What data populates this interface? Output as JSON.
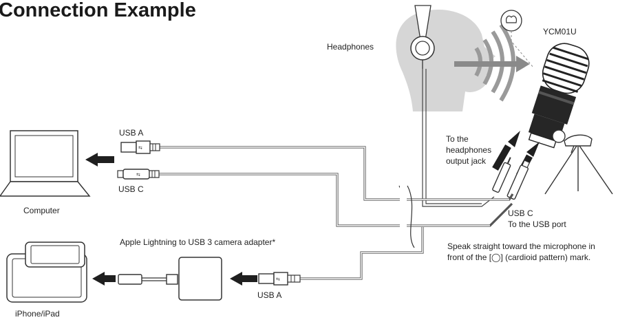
{
  "title": "Connection Example",
  "labels": {
    "headphones": "Headphones",
    "mic": "YCM01U",
    "usb_a_top": "USB A",
    "usb_c_top": "USB  C",
    "computer": "Computer",
    "headphones_jack_1": "To the",
    "headphones_jack_2": "headphones",
    "headphones_jack_3": "output jack",
    "usb_c_port_1": "USB C",
    "usb_c_port_2": "To the USB port",
    "adapter": "Apple Lightning to USB 3 camera adapter*",
    "speak_1": "Speak straight toward the microphone in",
    "speak_2": "front of the [◯] (cardioid pattern) mark.",
    "usb_a_bottom": "USB A",
    "iphone": "iPhone/iPad"
  },
  "colors": {
    "head": "#d6d6d6",
    "sound_waves": "#9a9a9a",
    "mic_body": "#262626"
  },
  "icons": [
    "headphones-icon",
    "microphone-icon",
    "cardioid-pattern-icon",
    "laptop-icon",
    "tablet-icon",
    "phone-icon",
    "adapter-icon",
    "usb-a-plug-icon",
    "usb-c-plug-icon",
    "tripod-icon"
  ]
}
